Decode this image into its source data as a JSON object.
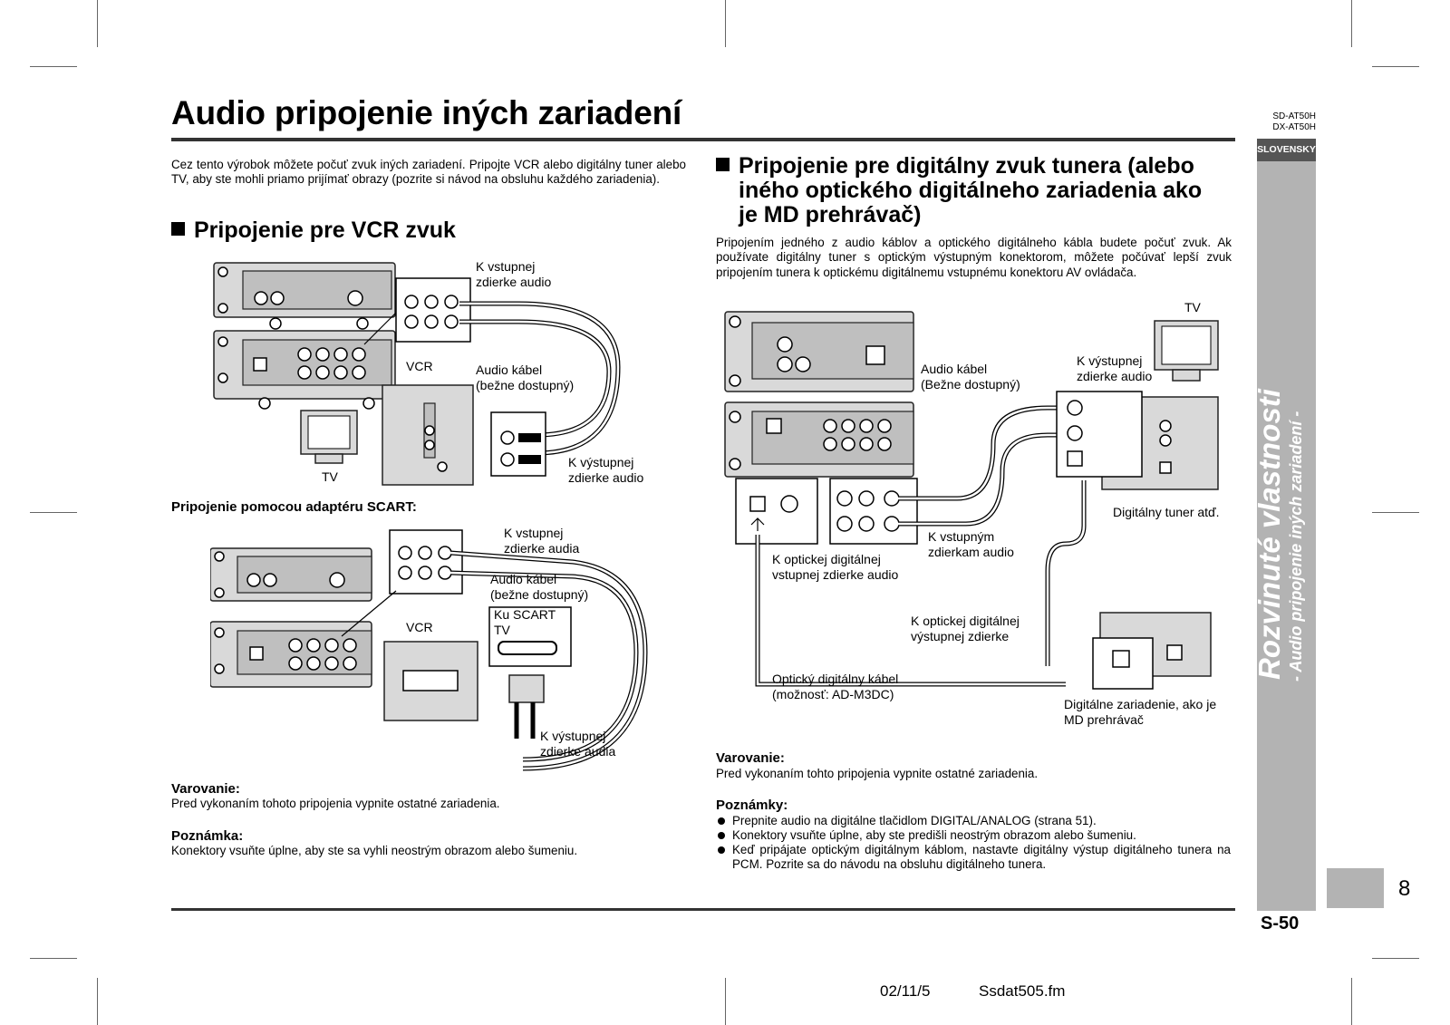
{
  "page": {
    "title": "Audio pripojenie iných zariadení",
    "model": [
      "SD-AT50H",
      "DX-AT50H"
    ],
    "language_tab": "SLOVENSKY",
    "sidebar_title": "Rozvinuté vlastnosti",
    "sidebar_subtitle": "- Audio pripojenie iných zariadení -",
    "chapter_number": "8",
    "page_number": "S-50",
    "footer_date": "02/11/5",
    "footer_file": "Ssdat505.fm"
  },
  "left": {
    "intro": "Cez tento výrobok môžete počuť zvuk iných zariadení. Pripojte VCR alebo digitálny tuner alebo TV, aby ste mohli priamo prijímať obrazy (pozrite si návod na obsluhu každého zariadenia).",
    "section_title": "Pripojenie pre VCR zvuk",
    "diagram1": {
      "label_in_1": "K vstupnej",
      "label_in_2": "zdierke audio",
      "label_vcr": "VCR",
      "label_cable_1": "Audio kábel",
      "label_cable_2": "(bežne dostupný)",
      "label_out_1": "K výstupnej",
      "label_out_2": "zdierke audio",
      "label_tv": "TV"
    },
    "scart_heading": "Pripojenie pomocou adaptéru SCART:",
    "diagram2": {
      "label_in_1": "K vstupnej",
      "label_in_2": "zdierke audia",
      "label_cable_1": "Audio kábel",
      "label_cable_2": "(bežne dostupný)",
      "label_vcr": "VCR",
      "label_scart_1": "Ku SCART",
      "label_scart_2": "TV",
      "label_out_1": "K výstupnej",
      "label_out_2": "zdierke audia"
    },
    "warning_title": "Varovanie:",
    "warning_text": "Pred vykonaním tohoto pripojenia vypnite ostatné zariadenia.",
    "note_title": "Poznámka:",
    "note_text": "Konektory vsuňte úplne, aby ste sa vyhli neostrým obrazom alebo šumeniu."
  },
  "right": {
    "section_title_1": "Pripojenie pre digitálny zvuk tunera (alebo",
    "section_title_2": "iného optického digitálneho zariadenia ako",
    "section_title_3": "je MD prehrávač)",
    "intro": "Pripojením jedného z audio káblov a optického digitálneho kábla budete počuť zvuk. Ak používate digitálny tuner s optickým výstupným konektorom, môžete počúvať lepší zvuk pripojením tunera k optickému digitálnemu vstupnému konektoru AV ovládača.",
    "diagram": {
      "label_tv": "TV",
      "label_cable_1": "Audio kábel",
      "label_cable_2": "(Bežne dostupný)",
      "label_out_1": "K výstupnej",
      "label_out_2": "zdierke audio",
      "label_tuner": "Digitálny tuner atď.",
      "label_in_1": "K vstupným",
      "label_in_2": "zdierkam audio",
      "label_optin_1": "K optickej digitálnej",
      "label_optin_2": "vstupnej zdierke audio",
      "label_optout_1": "K optickej digitálnej",
      "label_optout_2": "výstupnej zdierke",
      "label_optcable_1": "Optický digitálny kábel",
      "label_optcable_2": "(možnosť: AD-M3DC)",
      "label_md_1": "Digitálne zariadenie, ako je",
      "label_md_2": "MD prehrávač"
    },
    "warning_title": "Varovanie:",
    "warning_text": "Pred vykonaním tohto pripojenia vypnite ostatné zariadenia.",
    "notes_title": "Poznámky:",
    "notes": [
      "Prepnite audio na digitálne tlačidlom DIGITAL/ANALOG (strana 51).",
      "Konektory vsuňte úplne, aby ste predišli neostrým obrazom alebo šumeniu.",
      "Keď pripájate optickým digitálnym káblom, nastavte digitálny výstup digitálneho tunera na PCM. Pozrite sa do návodu na obsluhu digitálneho tunera."
    ]
  }
}
